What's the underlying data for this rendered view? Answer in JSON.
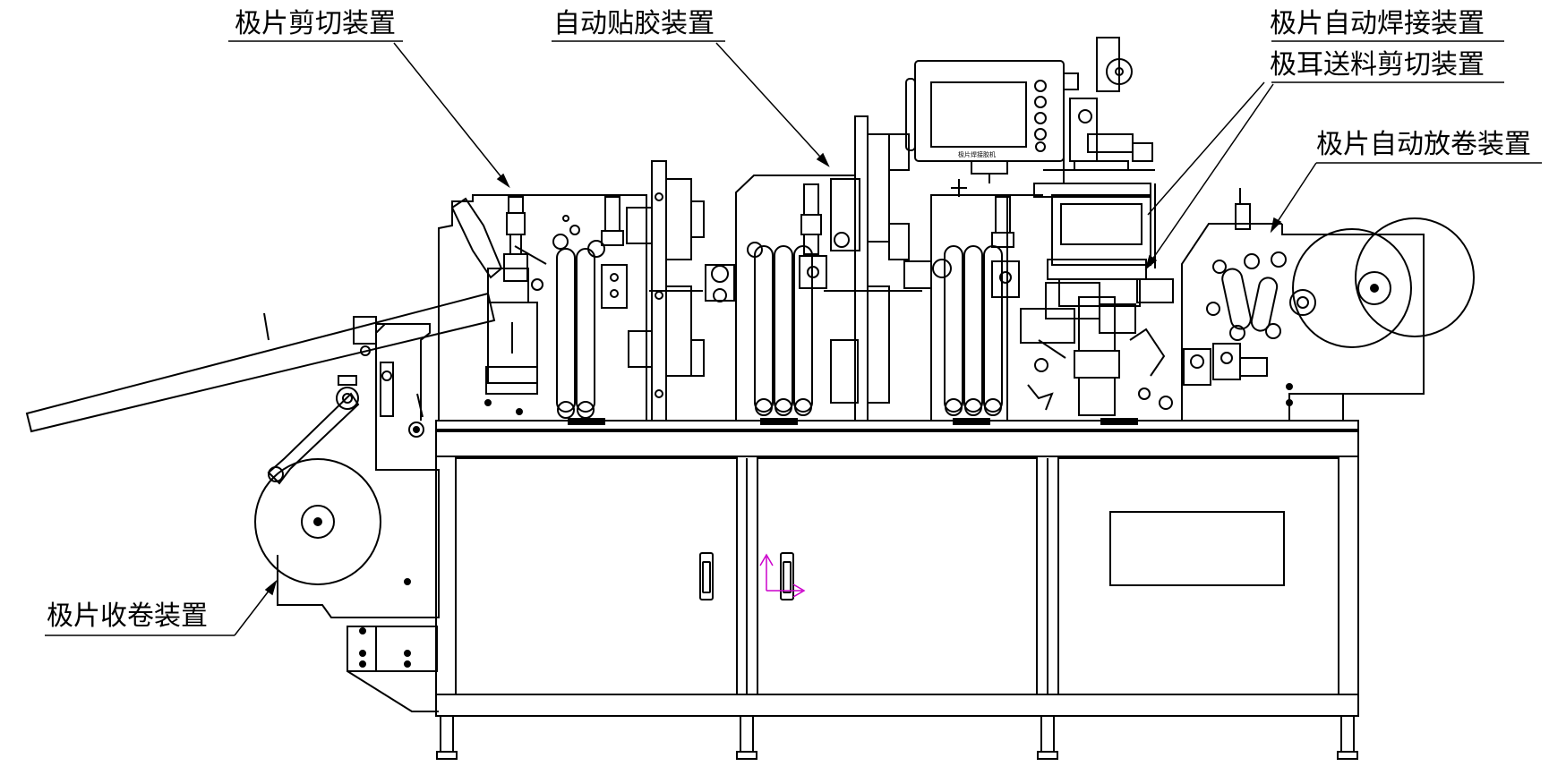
{
  "labels": {
    "cutting": "极片剪切装置",
    "taping": "自动贴胶装置",
    "welding": "极片自动焊接装置",
    "tab_feed": "极耳送料剪切装置",
    "unwind": "极片自动放卷装置",
    "rewind": "极片收卷装置"
  },
  "screen_title": "极片焊接胶机",
  "colors": {
    "line": "#000000",
    "cursor": "#cc00cc",
    "background": "#ffffff"
  },
  "icons": [
    "move-cursor-icon"
  ]
}
